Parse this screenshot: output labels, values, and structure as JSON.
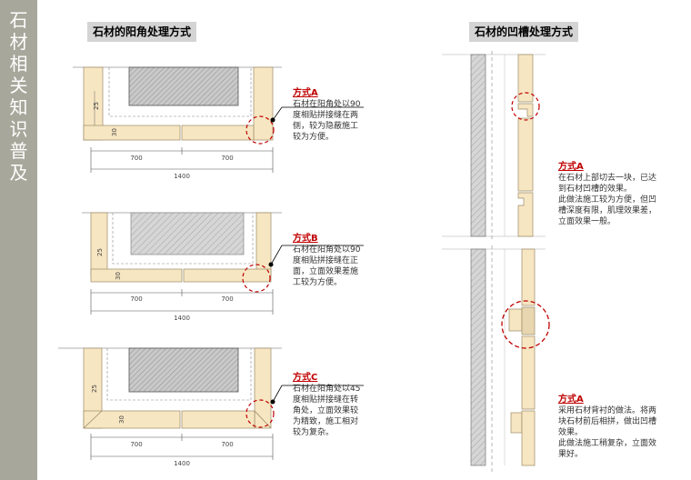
{
  "sidebar": {
    "title_chars": [
      "石",
      "材",
      "相",
      "关",
      "知",
      "识",
      "普",
      "及"
    ]
  },
  "sections": {
    "outer": {
      "title": "石材的阳角处理方式"
    },
    "groove": {
      "title": "石材的凹槽处理方式"
    }
  },
  "notes": {
    "a": {
      "title": "方式A",
      "lines": [
        "石材在阳角处以90",
        "度相贴拼接缝在两",
        "侧，较为隐蔽施工",
        "较为方便。"
      ]
    },
    "b": {
      "title": "方式B",
      "lines": [
        "石材在阳角处以90",
        "度相贴拼接缝在正",
        "面，立面效果差施",
        "工较为方便。"
      ]
    },
    "c": {
      "title": "方式C",
      "lines": [
        "石材在阳角处以45",
        "度相贴拼接缝在转",
        "角处，立面效果较",
        "为精致，施工相对",
        "较为复杂。"
      ]
    },
    "g1": {
      "title": "方式A",
      "lines": [
        "在石材上部切去一块，已达",
        "到石材凹槽的效果。",
        "此做法施工较为方便，但凹",
        "槽深度有限，肌理效果差，",
        "立面效果一般。"
      ]
    },
    "g2": {
      "title": "方式A",
      "lines": [
        "采用石材背衬的做法。将两",
        "块石材前后相拼，做出凹槽",
        "效果。",
        "此做法施工稍复杂，立面效",
        "果好。"
      ]
    }
  },
  "dimensions": {
    "half": "700",
    "total": "1400",
    "thick": "25",
    "offset": "30"
  },
  "colors": {
    "stone": "#f7e6c2",
    "accent": "#c00000",
    "sidebar": "#a7a79b"
  }
}
